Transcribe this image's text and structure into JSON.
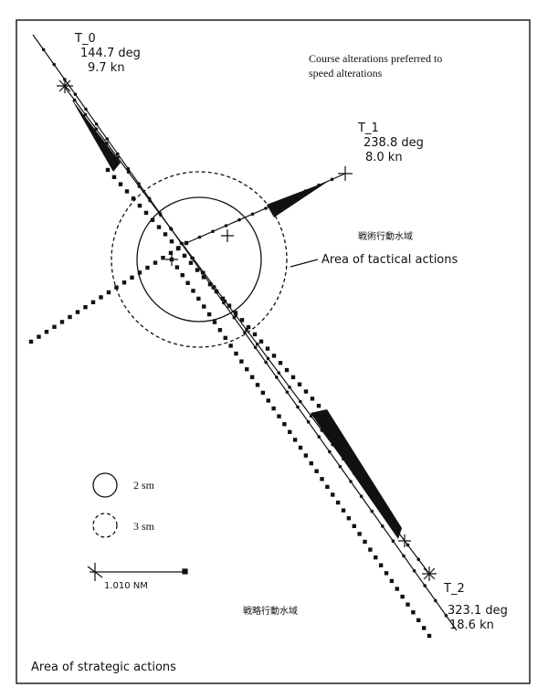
{
  "ships": [
    {
      "id": "T_0",
      "course": "144.7 deg",
      "speed": "9.7 kn"
    },
    {
      "id": "T_1",
      "course": "238.8 deg",
      "speed": "8.0 kn"
    },
    {
      "id": "T_2",
      "course": "323.1 deg",
      "speed": "18.6 kn"
    }
  ],
  "annotations": {
    "course_note_line1": "Course alterations preferred to",
    "course_note_line2": "speed alterations",
    "tactical_jp": "戦術行動水域",
    "tactical_en": "Area of tactical actions",
    "strategic_jp": "戦略行動水域",
    "strategic_en": "Area of strategic actions"
  },
  "legend": {
    "solid_circle": "2 sm",
    "dashed_circle": "3 sm",
    "scale_bar": "1.010 NM"
  }
}
